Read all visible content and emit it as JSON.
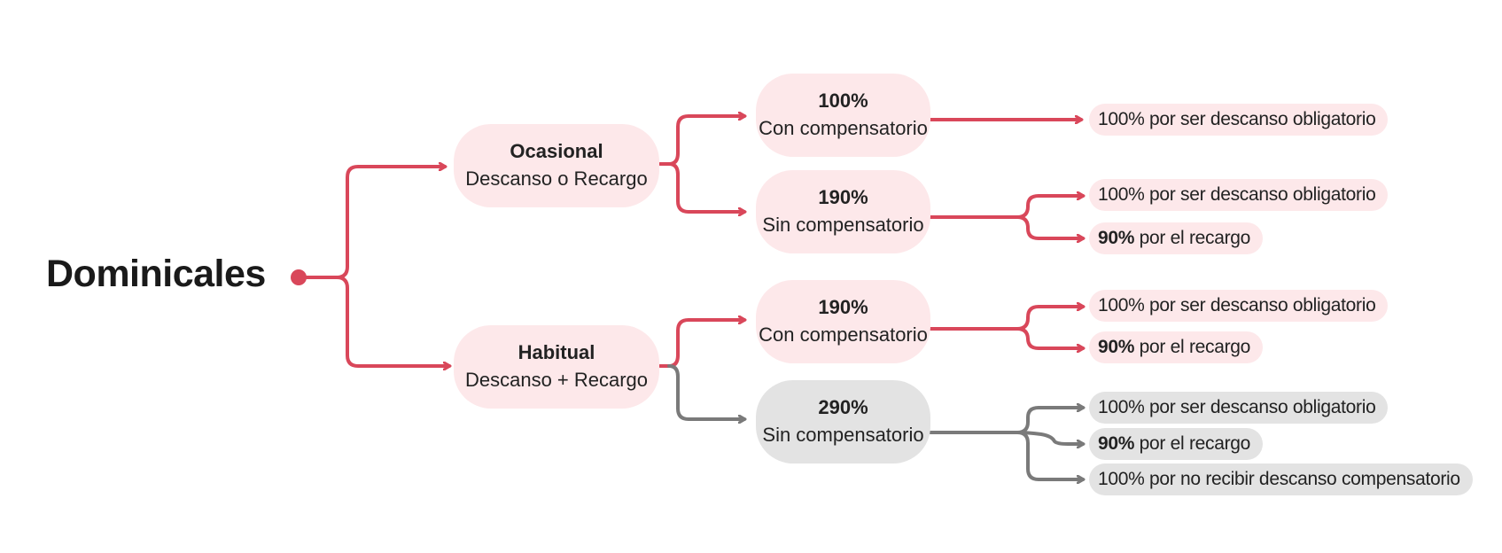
{
  "root": {
    "label": "Dominicales"
  },
  "level1": [
    {
      "title": "Ocasional",
      "subtitle": "Descanso o Recargo"
    },
    {
      "title": "Habitual",
      "subtitle": "Descanso + Recargo"
    }
  ],
  "level2": [
    {
      "title": "100%",
      "subtitle": "Con compensatorio"
    },
    {
      "title": "190%",
      "subtitle": "Sin compensatorio"
    },
    {
      "title": "190%",
      "subtitle": "Con compensatorio"
    },
    {
      "title": "290%",
      "subtitle": "Sin compensatorio"
    }
  ],
  "leaves": [
    {
      "bold": "",
      "text": "100% por ser descanso obligatorio"
    },
    {
      "bold": "",
      "text": "100% por ser descanso obligatorio"
    },
    {
      "bold": "90%",
      "text": " por el recargo"
    },
    {
      "bold": "",
      "text": "100% por ser descanso obligatorio"
    },
    {
      "bold": "90%",
      "text": " por el recargo"
    },
    {
      "bold": "",
      "text": "100% por ser descanso obligatorio"
    },
    {
      "bold": "90%",
      "text": " por el recargo"
    },
    {
      "bold": "",
      "text": "100% por no recibir descanso compensatorio"
    }
  ],
  "colors": {
    "accent": "#d9475a",
    "muted": "#7a7a7a",
    "pink_fill": "#fde8ea",
    "gray_fill": "#e3e3e3"
  }
}
